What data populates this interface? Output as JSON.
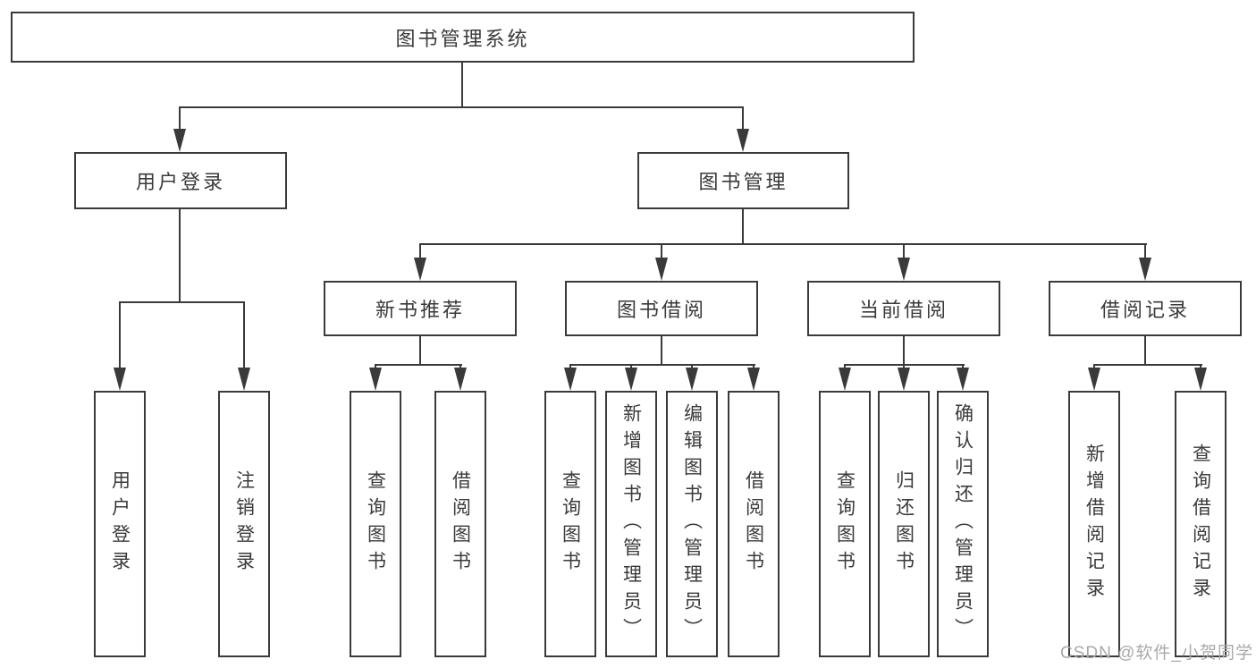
{
  "diagram_title": "图书管理系统",
  "tree": {
    "label": "图书管理系统",
    "children": [
      {
        "label": "用户登录",
        "children": [
          {
            "label": "用户登录"
          },
          {
            "label": "注销登录"
          }
        ]
      },
      {
        "label": "图书管理",
        "children": [
          {
            "label": "新书推荐",
            "children": [
              {
                "label": "查询图书"
              },
              {
                "label": "借阅图书"
              }
            ]
          },
          {
            "label": "图书借阅",
            "children": [
              {
                "label": "查询图书"
              },
              {
                "label": "新增图书（管理员）"
              },
              {
                "label": "编辑图书（管理员）"
              },
              {
                "label": "借阅图书"
              }
            ]
          },
          {
            "label": "当前借阅",
            "children": [
              {
                "label": "查询图书"
              },
              {
                "label": "归还图书"
              },
              {
                "label": "确认归还（管理员）"
              }
            ]
          },
          {
            "label": "借阅记录",
            "children": [
              {
                "label": "新增借阅记录"
              },
              {
                "label": "查询借阅记录"
              }
            ]
          }
        ]
      }
    ]
  },
  "watermark": {
    "text": "CSDN @软件_小贺同学"
  },
  "colors": {
    "line": "#3a3a3a",
    "text": "#3a3a3a",
    "background": "#ffffff",
    "node-bg": "#ffffff",
    "watermark": "#a9a9a9"
  }
}
